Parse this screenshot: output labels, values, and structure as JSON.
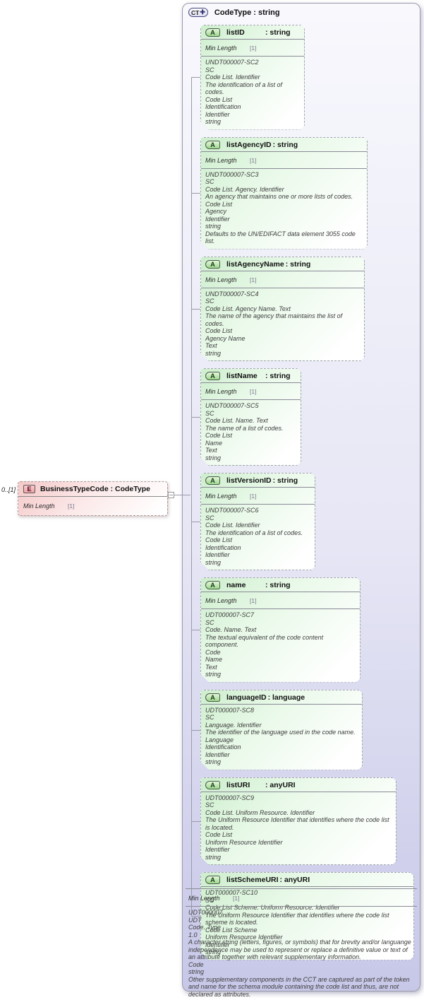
{
  "icons": {
    "element": "E",
    "complex_type": "CT",
    "plus": "✚",
    "attribute": "A"
  },
  "colors": {
    "attribute_fill": "#cdeecd",
    "element_fill": "#f5c9c9",
    "container_fill": "#c7c7e8"
  },
  "element": {
    "cardinality": "0..[1]",
    "title": "BusinessTypeCode : CodeType",
    "facets": [
      {
        "name": "Min Length",
        "value": "[1]"
      }
    ]
  },
  "complex_type": {
    "title": "CodeType : string",
    "attributes": [
      {
        "name": "listID",
        "type": "string",
        "facets": [
          {
            "name": "Min Length",
            "value": "[1]"
          }
        ],
        "annotations": [
          "UNDT000007-SC2",
          "SC",
          "Code List. Identifier",
          "The identification of a list of codes.",
          "Code List",
          "Identification",
          "Identifier",
          "string"
        ]
      },
      {
        "name": "listAgencyID",
        "type": "string",
        "facets": [
          {
            "name": "Min Length",
            "value": "[1]"
          }
        ],
        "annotations": [
          "UNDT000007-SC3",
          "SC",
          "Code List. Agency. Identifier",
          "An agency that maintains one or more lists of codes.",
          "Code List",
          "Agency",
          "Identifier",
          "string",
          "Defaults to the UN/EDIFACT data element 3055 code list."
        ]
      },
      {
        "name": "listAgencyName",
        "type": "string",
        "facets": [
          {
            "name": "Min Length",
            "value": "[1]"
          }
        ],
        "annotations": [
          "UNDT000007-SC4",
          "SC",
          "Code List. Agency Name. Text",
          "The name of the agency that maintains the list of codes.",
          "Code List",
          "Agency Name",
          "Text",
          "string"
        ]
      },
      {
        "name": "listName",
        "type": "string",
        "facets": [
          {
            "name": "Min Length",
            "value": "[1]"
          }
        ],
        "annotations": [
          "UNDT000007-SC5",
          "SC",
          "Code List. Name. Text",
          "The name of a list of codes.",
          "Code List",
          "Name",
          "Text",
          "string"
        ]
      },
      {
        "name": "listVersionID",
        "type": "string",
        "facets": [
          {
            "name": "Min Length",
            "value": "[1]"
          }
        ],
        "annotations": [
          "UNDT000007-SC6",
          "SC",
          "Code List. Identifier",
          "The identification of a list of codes.",
          "Code List",
          "Identification",
          "Identifier",
          "string"
        ]
      },
      {
        "name": "name",
        "type": "string",
        "facets": [
          {
            "name": "Min Length",
            "value": "[1]"
          }
        ],
        "annotations": [
          "UDT000007-SC7",
          "SC",
          "Code. Name. Text",
          "The textual equivalent of the code content component.",
          "Code",
          "Name",
          "Text",
          "string"
        ]
      },
      {
        "name": "languageID",
        "type": "language",
        "facets": [],
        "annotations": [
          "UDT000007-SC8",
          "SC",
          "Language. Identifier",
          "The identifier of the language used in the code name.",
          "Language",
          "Identification",
          "Identifier",
          "string"
        ]
      },
      {
        "name": "listURI",
        "type": "anyURI",
        "facets": [],
        "annotations": [
          "UDT000007-SC9",
          "SC",
          "Code List. Uniform Resource. Identifier",
          "The Uniform Resource Identifier that identifies where the code list is located.",
          "Code List",
          "Uniform Resource Identifier",
          "Identifier",
          "string"
        ]
      },
      {
        "name": "listSchemeURI",
        "type": "anyURI",
        "facets": [],
        "annotations": [
          "UDT000007-SC10",
          "SC",
          "Code List Scheme. Uniform Resource. Identifier",
          "The Uniform Resource Identifier that identifies where the code list scheme is located.",
          "Code List Scheme",
          "Uniform Resource Identifier",
          "Identifier",
          "string"
        ]
      }
    ],
    "facets": [
      {
        "name": "Min Length",
        "value": "[1]"
      }
    ],
    "annotations": [
      "UDT000007",
      "UDT",
      "Code. Type",
      "1.0",
      "A character string (letters, figures, or symbols) that for brevity and/or languange independence may be used to represent or replace a definitive value or text of an attribute together with relevant supplementary information.",
      "Code",
      "string",
      "Other supplementary components in the CCT are captured as part of the token and name for the schema module containing the code list and thus, are not declared as attributes."
    ]
  }
}
